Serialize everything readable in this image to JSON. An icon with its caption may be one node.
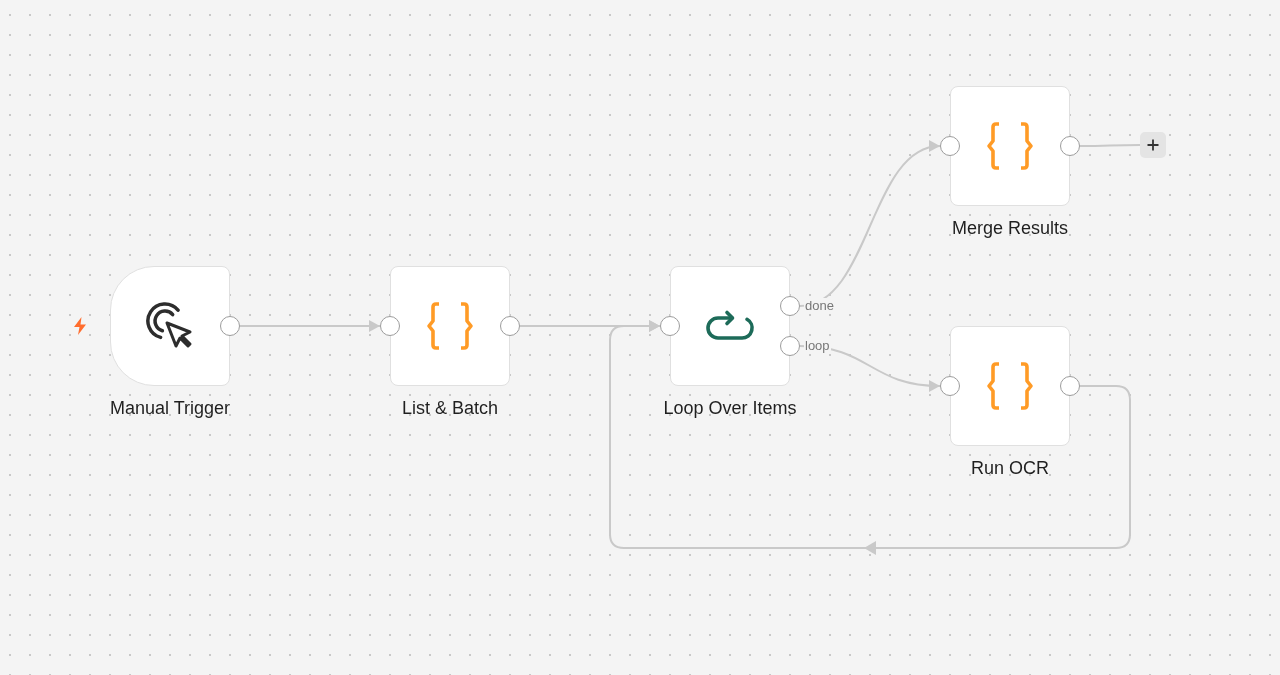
{
  "diagram": {
    "nodes": [
      {
        "text": [
          "Manual Trigger"
        ]
      },
      {
        "text": [
          "List & Batch"
        ]
      },
      {
        "text": [
          "Loop Over Items"
        ]
      },
      {
        "text": [
          "Merge Results"
        ]
      },
      {
        "text": [
          "Run OCR"
        ]
      },
      {
        "text": [],
        "shape": "box"
      }
    ],
    "edges": [
      {
        "from": 0,
        "to": 1,
        "arrow": "to"
      },
      {
        "from": 1,
        "to": 2,
        "arrow": "to"
      },
      {
        "from": 2,
        "to": 3,
        "arrow": "to",
        "label": "done"
      },
      {
        "from": 2,
        "to": 4,
        "arrow": "to",
        "label": "loop"
      },
      {
        "from": 4,
        "to": 2,
        "arrow": "to"
      },
      {
        "from": 3,
        "to": 5,
        "arrow": "none"
      }
    ]
  }
}
